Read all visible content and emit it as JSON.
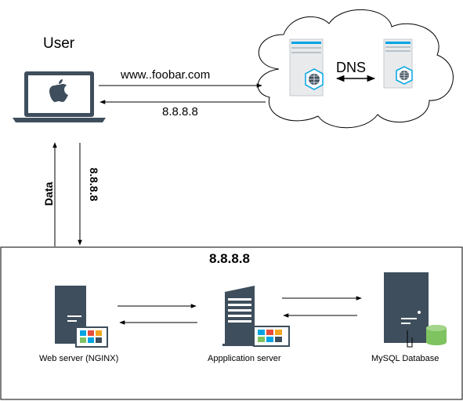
{
  "user": {
    "label": "User",
    "device_icon": "laptop-apple-icon"
  },
  "arrows": {
    "request_label": "www..foobar.com",
    "response_label": "8.8.8.8",
    "data_label": "Data",
    "ip_label": "8.8.8.8"
  },
  "dns_cloud": {
    "label": "DNS",
    "servers": [
      "dns-server-icon",
      "dns-server-icon"
    ]
  },
  "server_box": {
    "title": "8.8.8.8",
    "nodes": [
      {
        "caption": "Web server (NGINX)",
        "icon": "web-server-icon"
      },
      {
        "caption": "Appplication server",
        "icon": "application-server-icon"
      },
      {
        "caption": "MySQL Database",
        "icon": "database-server-icon"
      }
    ]
  },
  "colors": {
    "server_dark": "#3e4e5c",
    "server_light": "#e8eaec",
    "accent_blue": "#00a4e4",
    "db_green": "#7ec360",
    "stroke": "#000000"
  }
}
